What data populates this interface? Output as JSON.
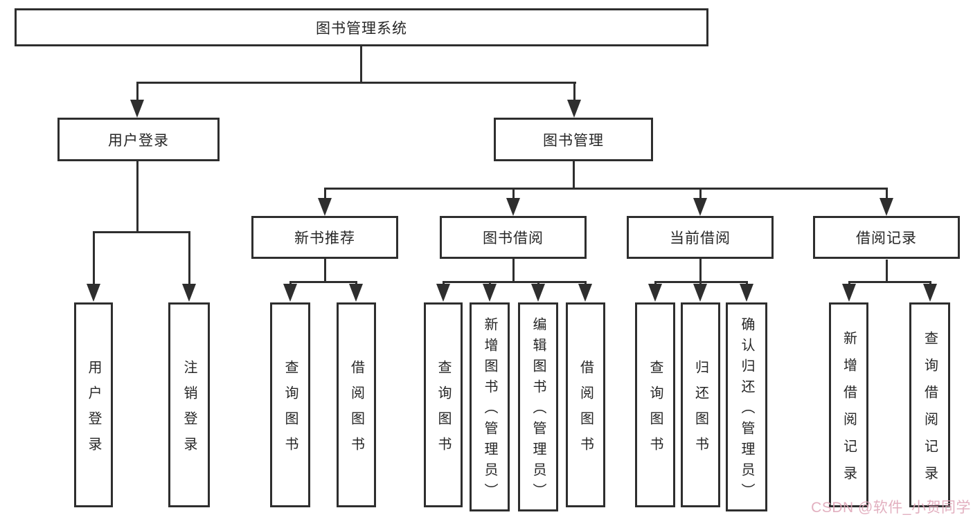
{
  "diagram": {
    "type": "hierarchy-tree",
    "colors": {
      "line": "#2e2e2e",
      "box_border": "#2e2e2e",
      "text": "#262626",
      "background": "#ffffff",
      "watermark": "#dea4b6"
    },
    "tree": {
      "label": "图书管理系统",
      "children": [
        {
          "label": "用户登录",
          "children": [
            {
              "label": "用户登录"
            },
            {
              "label": "注销登录"
            }
          ]
        },
        {
          "label": "图书管理",
          "children": [
            {
              "label": "新书推荐",
              "children": [
                {
                  "label": "查询图书"
                },
                {
                  "label": "借阅图书"
                }
              ]
            },
            {
              "label": "图书借阅",
              "children": [
                {
                  "label": "查询图书"
                },
                {
                  "label": "新增图书（管理员）"
                },
                {
                  "label": "编辑图书（管理员）"
                },
                {
                  "label": "借阅图书"
                }
              ]
            },
            {
              "label": "当前借阅",
              "children": [
                {
                  "label": "查询图书"
                },
                {
                  "label": "归还图书"
                },
                {
                  "label": "确认归还（管理员）"
                }
              ]
            },
            {
              "label": "借阅记录",
              "children": [
                {
                  "label": "新增借阅记录"
                },
                {
                  "label": "查询借阅记录"
                }
              ]
            }
          ]
        }
      ]
    }
  },
  "watermark": {
    "text": "CSDN @软件_小贺同学"
  }
}
